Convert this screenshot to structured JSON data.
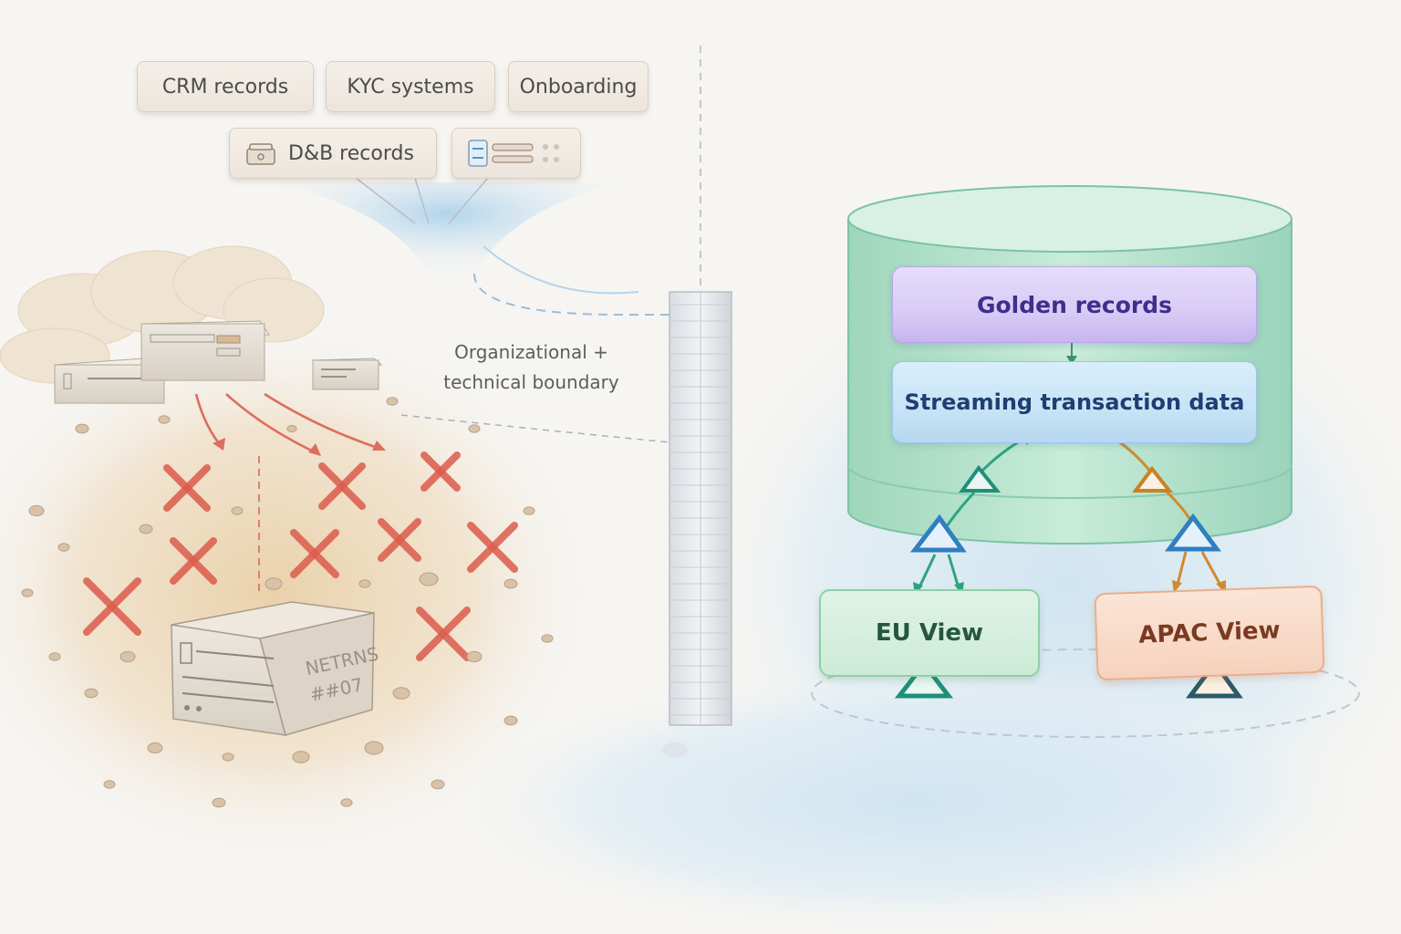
{
  "sources": {
    "crm": "CRM records",
    "kyc": "KYC systems",
    "onboarding": "Onboarding",
    "dnb": "D&B records"
  },
  "boundary": {
    "line1": "Organizational +",
    "line2": "technical boundary"
  },
  "server_tag": {
    "line1": "NETRNS",
    "line2": "##07"
  },
  "hub": {
    "golden_records": "Golden records",
    "streaming": "Streaming transaction data"
  },
  "views": {
    "eu": "EU View",
    "apac": "APAC View"
  },
  "colors": {
    "failure_mark": "#dc5c4c",
    "eu_accent": "#2fa37f",
    "apac_accent": "#d08a2e",
    "hub_fill": "#bfe6d2",
    "golden_fill": "#d8cbf5",
    "stream_fill": "#c7e3f6"
  }
}
